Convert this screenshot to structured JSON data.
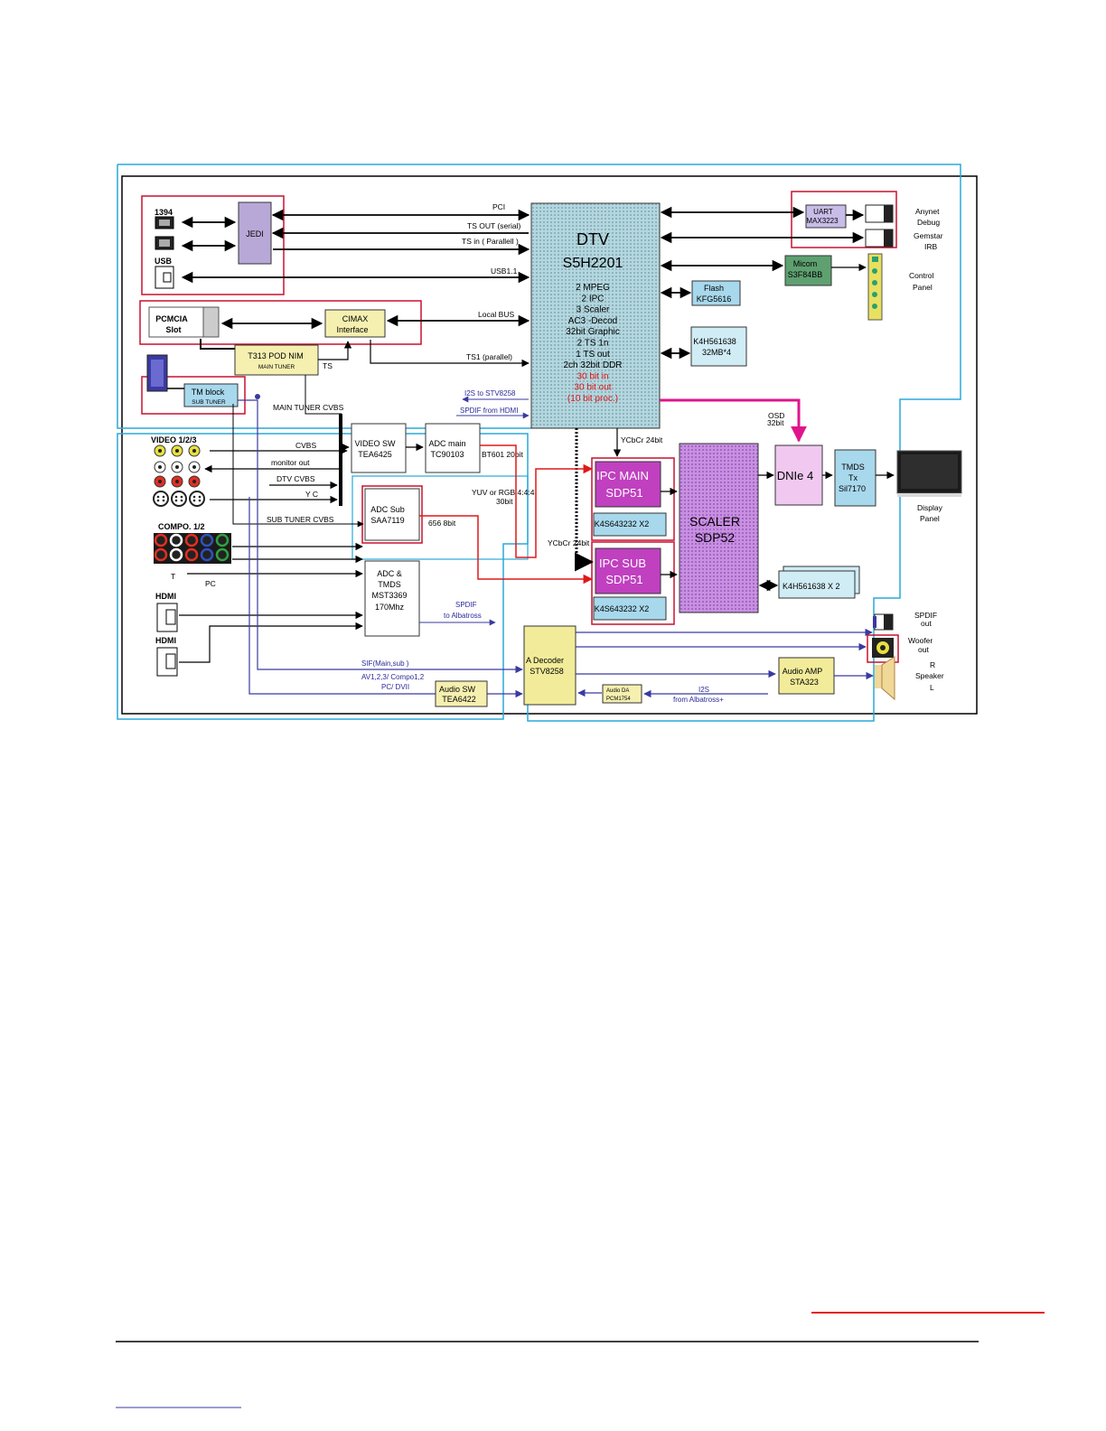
{
  "diagram": {
    "dtv": {
      "title1": "DTV",
      "title2": "S5H2201",
      "features": [
        "2 MPEG",
        "2 IPC",
        "3 Scaler",
        "AC3  -Decod",
        "32bit Graphic",
        "2 TS 1n",
        "1 TS out",
        "2ch 32bit DDR"
      ],
      "features_red": [
        "30 bit in",
        "30 bit out",
        "(10 bit proc.)"
      ]
    },
    "ports": {
      "ieee1394": "1394",
      "usb": "USB",
      "pcmcia": [
        "PCMCIA",
        "Slot"
      ],
      "video": "VIDEO 1/2/3",
      "compo": "COMPO. 1/2",
      "pc": "PC",
      "pc_mark": "T",
      "hdmi1": "HDMI",
      "hdmi2": "HDMI"
    },
    "blocks": {
      "jedi": "JEDI",
      "cimax": [
        "CIMAX",
        "Interface"
      ],
      "pod": [
        "T313 POD NIM",
        "MAIN TUNER"
      ],
      "tm": [
        "TM block",
        "SUB TUNER"
      ],
      "videosw": [
        "VIDEO SW",
        "TEA6425"
      ],
      "adcmain": [
        "ADC main",
        "TC90103"
      ],
      "adcsub": [
        "ADC Sub",
        "SAA7119"
      ],
      "adctmds": [
        "ADC &",
        "TMDS",
        "MST3369",
        "170Mhz"
      ],
      "uart": [
        "UART",
        "MAX3223"
      ],
      "micom": [
        "Micom",
        "S3F84BB"
      ],
      "flash": [
        "Flash",
        "KFG5616"
      ],
      "k4h_dtv": [
        "K4H561638",
        "32MB*4"
      ],
      "ipcmain": [
        "IPC MAIN",
        "SDP51"
      ],
      "k4s_main": "K4S643232 X2",
      "ipcsub": [
        "IPC SUB",
        "SDP51"
      ],
      "k4s_sub": "K4S643232 X2",
      "scaler": [
        "SCALER",
        "SDP52"
      ],
      "k4h_scaler": "K4H561638 X 2",
      "dnie": "DNIe 4",
      "tmds_tx": [
        "TMDS",
        "Tx",
        "Sil7170"
      ],
      "adecoder": [
        "A Decoder",
        "STV8258"
      ],
      "audiosw": [
        "Audio SW",
        "TEA6422"
      ],
      "audioda": [
        "Audio DA",
        "PCM1754"
      ],
      "audioamp": [
        "Audio AMP",
        "STA323"
      ]
    },
    "signals": {
      "pci": "PCI",
      "ts_out": "TS OUT (serial)",
      "ts_in": "TS in (   Parallell     )",
      "usb11": "USB1.1",
      "localbus": "Local BUS",
      "ts1": "TS1 (parallel)",
      "ts": "TS",
      "i2s_stv": "I2S to STV8258",
      "spdif_hdmi": "SPDIF  from HDMI",
      "main_tuner_cvbs": "MAIN TUNER CVBS",
      "cvbs": "CVBS",
      "monitor_out": "monitor out",
      "dtv_cvbs": "DTV CVBS",
      "yc": "Y C",
      "sub_tuner_cvbs": "SUB TUNER CVBS",
      "bt601": "BT601 20bit",
      "yuv_rgb": [
        "YUV or RGB 4:4:4",
        "30bit"
      ],
      "bit656": "656 8bit",
      "ycbcr24": "YCbCr    24bit",
      "ycbcr_sub": "YCbCr      24bit",
      "osd": [
        "OSD",
        "32bit"
      ],
      "spdif_albatross": [
        "SPDIF",
        "to Albatross"
      ],
      "sif": "SIF(Main,sub       )",
      "av": [
        "AV1,2,3/ Compo1,2",
        "PC/ DVII"
      ],
      "i2s_albatross": [
        "I2S",
        "from Albatross+"
      ]
    },
    "right_labels": {
      "anynet": "Anynet",
      "debug": "Debug",
      "gemstar": "Gemstar",
      "irb": "IRB",
      "control": [
        "Control",
        "Panel"
      ],
      "display": [
        "Display",
        "Panel"
      ],
      "spdif_out": [
        "SPDIF",
        "out"
      ],
      "woofer": [
        "Woofer",
        "out"
      ],
      "speaker": [
        "R",
        "Speaker",
        "L"
      ]
    }
  },
  "colors": {
    "red_frame": "#c8102e",
    "cyan_frame": "#2aa8d8",
    "blue_signal": "#33339a",
    "magenta_osd": "#e0148c",
    "purple_chip": "#c040c0",
    "scaler_purple": "#b878d8"
  }
}
